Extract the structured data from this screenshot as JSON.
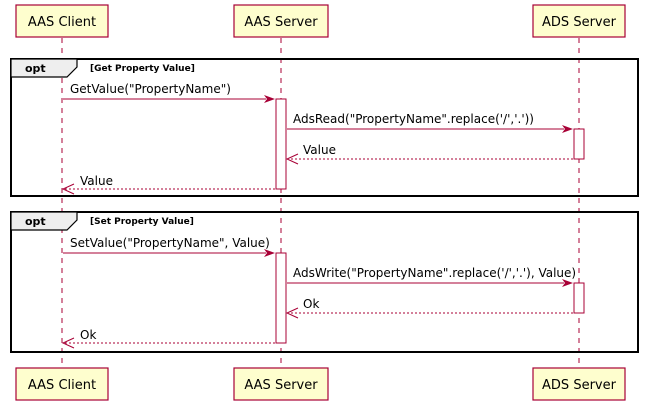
{
  "participants": {
    "client": "AAS Client",
    "server": "AAS Server",
    "ads": "ADS Server"
  },
  "fragments": [
    {
      "keyword": "opt",
      "guard": "[Get Property Value]"
    },
    {
      "keyword": "opt",
      "guard": "[Set Property Value]"
    }
  ],
  "messages": {
    "get_value": "GetValue(\"PropertyName\")",
    "ads_read": "AdsRead(\"PropertyName\".replace('/','.'))",
    "ads_read_return": "Value",
    "get_value_return": "Value",
    "set_value": "SetValue(\"PropertyName\", Value)",
    "ads_write": "AdsWrite(\"PropertyName\".replace('/','.'), Value)",
    "ads_write_return": "Ok",
    "set_value_return": "Ok"
  },
  "colors": {
    "participant_fill": "#FEFECE",
    "accent": "#A80036",
    "frame_tab": "#EEEEEE"
  }
}
